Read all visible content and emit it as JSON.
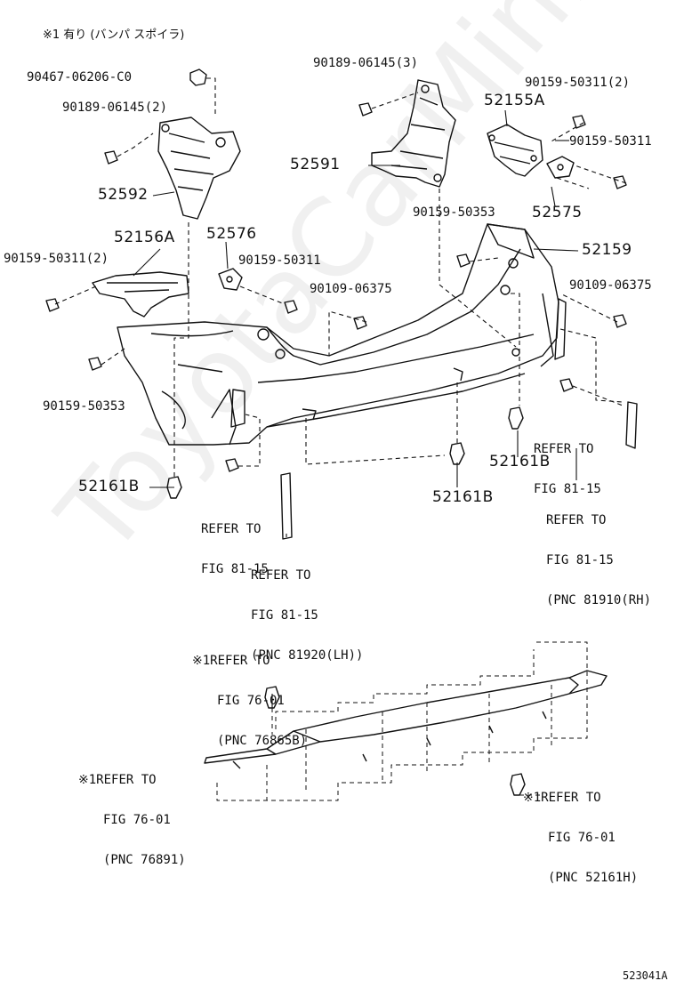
{
  "watermark": "ToyotaCarMini.ru",
  "diagram_id": "523041A",
  "note_top": "※1 有り (バンパ スポイラ)",
  "labels": {
    "p90467": "90467-06206-C0",
    "p90189_2": "90189-06145(2)",
    "p90189_3": "90189-06145(3)",
    "p90159_2": "90159-50311(2)",
    "p52155A": "52155A",
    "p90159_r": "90159-50311",
    "p52591": "52591",
    "p52592": "52592",
    "p52575": "52575",
    "p90159_353_top": "90159-50353",
    "p52156A": "52156A",
    "p52576": "52576",
    "p52159": "52159",
    "p90159_2_left": "90159-50311(2)",
    "p90159_mid": "90159-50311",
    "p90109_mid": "90109-06375",
    "p90109_right": "90109-06375",
    "p90159_353_left": "90159-50353",
    "p52161B_left": "52161B",
    "p52161B_mid": "52161B",
    "p52161B_right": "52161B"
  },
  "refs": {
    "r1": [
      "REFER TO",
      "FIG 81-15"
    ],
    "r2": [
      "REFER TO",
      "FIG 81-15"
    ],
    "r3": [
      "REFER TO",
      "FIG 81-15",
      "(PNC 81920(LH))"
    ],
    "r4": [
      "REFER TO",
      "FIG 81-15",
      "(PNC 81910(RH)"
    ],
    "r5": [
      "※1REFER TO",
      "FIG 76-01",
      "(PNC 76865B)"
    ],
    "r6": [
      "※1REFER TO",
      "FIG 76-01",
      "(PNC 76891)"
    ],
    "r7": [
      "※1REFER TO",
      "FIG 76-01",
      "(PNC 52161H)"
    ]
  }
}
